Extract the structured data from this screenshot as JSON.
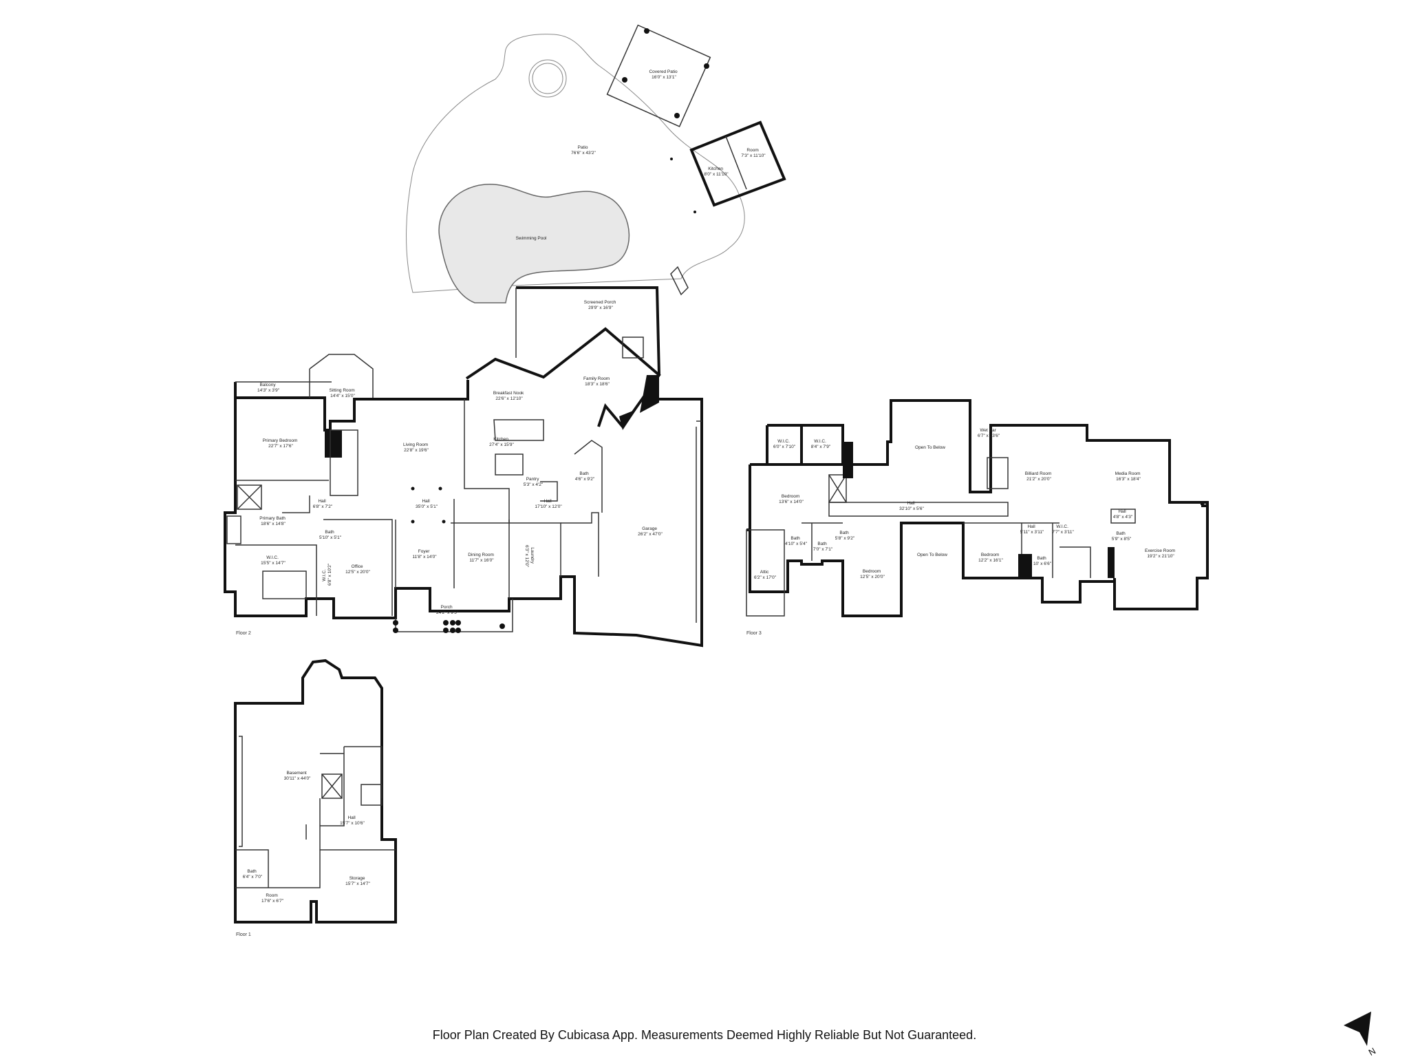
{
  "rooms": {
    "covered_patio": {
      "name": "Covered Patio",
      "dim": "16'0\" x 13'1\""
    },
    "patio": {
      "name": "Patio",
      "dim": "76'6\" x 43'2\""
    },
    "outdoor_kitchen": {
      "name": "Kitchen",
      "dim": "8'0\" x 11'10\""
    },
    "outdoor_room": {
      "name": "Room",
      "dim": "7'3\" x 11'10\""
    },
    "swimming_pool": {
      "name": "Swimming Pool"
    },
    "screened_porch": {
      "name": "Screened Porch",
      "dim": "29'9\" x 16'9\""
    },
    "breakfast_nook": {
      "name": "Breakfast Nook",
      "dim": "22'6\" x 12'10\""
    },
    "family_room": {
      "name": "Family Room",
      "dim": "18'3\" x 18'6\""
    },
    "balcony": {
      "name": "Balcony",
      "dim": "14'3\" x 3'9\""
    },
    "sitting_room": {
      "name": "Sitting Room",
      "dim": "14'4\" x 15'0\""
    },
    "primary_bedroom": {
      "name": "Primary Bedroom",
      "dim": "22'7\" x 17'6\""
    },
    "living_room": {
      "name": "Living Room",
      "dim": "22'8\" x 19'6\""
    },
    "kitchen": {
      "name": "Kitchen",
      "dim": "27'4\" x 15'9\""
    },
    "pantry": {
      "name": "Pantry",
      "dim": "5'3\" x 4'2\""
    },
    "bath_main": {
      "name": "Bath",
      "dim": "4'6\" x 9'2\""
    },
    "hall_a": {
      "name": "Hall",
      "dim": "6'8\" x 7'2\""
    },
    "hall_b": {
      "name": "Hall",
      "dim": "35'0\" x 5'1\""
    },
    "hall_c": {
      "name": "Hall",
      "dim": "17'10\" x 12'0\""
    },
    "primary_bath": {
      "name": "Primary Bath",
      "dim": "18'6\" x 14'8\""
    },
    "bath_small": {
      "name": "Bath",
      "dim": "5'10\" x 5'1\""
    },
    "garage": {
      "name": "Garage",
      "dim": "26'2\" x 47'0\""
    },
    "wic_primary": {
      "name": "W.I.C.",
      "dim": "15'5\" x 14'7\""
    },
    "wic_side": {
      "name": "W.I.C.",
      "dim": "6'8\" x 10'2\""
    },
    "office": {
      "name": "Office",
      "dim": "12'5\" x 20'0\""
    },
    "foyer": {
      "name": "Foyer",
      "dim": "11'8\" x 14'0\""
    },
    "dining_room": {
      "name": "Dining Room",
      "dim": "11'7\" x 16'0\""
    },
    "laundry": {
      "name": "Laundry",
      "dim": "6'3\" x 12'0\""
    },
    "porch": {
      "name": "Porch",
      "dim": "24'2\" x 9'5\""
    },
    "f3_wic_1": {
      "name": "W.I.C.",
      "dim": "6'0\" x 7'10\""
    },
    "f3_wic_2": {
      "name": "W.I.C.",
      "dim": "8'4\" x 7'9\""
    },
    "open_to_below_1": {
      "name": "Open To Below"
    },
    "wet_bar": {
      "name": "Wet Bar",
      "dim": "6'7\" x 13'6\""
    },
    "billiard_room": {
      "name": "Billiard Room",
      "dim": "21'2\" x 20'0\""
    },
    "media_room": {
      "name": "Media Room",
      "dim": "16'3\" x 18'4\""
    },
    "f3_bedroom_1": {
      "name": "Bedroom",
      "dim": "13'6\" x 14'0\""
    },
    "f3_hall_main": {
      "name": "Hall",
      "dim": "32'10\" x 5'6\""
    },
    "f3_hall_right": {
      "name": "Hall",
      "dim": "4'8\" x 4'3\""
    },
    "f3_bath_1": {
      "name": "Bath",
      "dim": "5'8\" x 9'2\""
    },
    "f3_bath_2": {
      "name": "Bath",
      "dim": "4'10\" x 5'4\""
    },
    "f3_bath_3": {
      "name": "Bath",
      "dim": "7'0\" x 7'1\""
    },
    "f3_hall_2": {
      "name": "Hall",
      "dim": "5'11\" x 3'11\""
    },
    "f3_wic_3": {
      "name": "W.I.C.",
      "dim": "7'7\" x 3'11\""
    },
    "f3_bath_4": {
      "name": "Bath",
      "dim": "5'9\" x 8'5\""
    },
    "f3_bath_5": {
      "name": "Bath",
      "dim": "10' x 6'6\""
    },
    "exercise_room": {
      "name": "Exercise Room",
      "dim": "19'2\" x 21'10\""
    },
    "open_to_below_2": {
      "name": "Open To Below"
    },
    "f3_bedroom_2": {
      "name": "Bedroom",
      "dim": "12'5\" x 20'0\""
    },
    "f3_bedroom_3": {
      "name": "Bedroom",
      "dim": "12'2\" x 16'1\""
    },
    "attic": {
      "name": "Attic",
      "dim": "6'2\" x 17'0\""
    },
    "basement": {
      "name": "Basement",
      "dim": "30'11\" x 44'0\""
    },
    "f1_hall": {
      "name": "Hall",
      "dim": "15'7\" x 10'6\""
    },
    "f1_bath": {
      "name": "Bath",
      "dim": "6'4\" x 7'0\""
    },
    "storage": {
      "name": "Storage",
      "dim": "15'7\" x 14'7\""
    },
    "f1_room": {
      "name": "Room",
      "dim": "17'6\" x 6'7\""
    }
  },
  "floors": {
    "floor2": "Floor 2",
    "floor3": "Floor 3",
    "floor1": "Floor 1"
  },
  "compass": {
    "label": "N"
  },
  "footer": {
    "text": "Floor Plan Created By Cubicasa App. Measurements Deemed Highly Reliable But Not Guaranteed."
  }
}
